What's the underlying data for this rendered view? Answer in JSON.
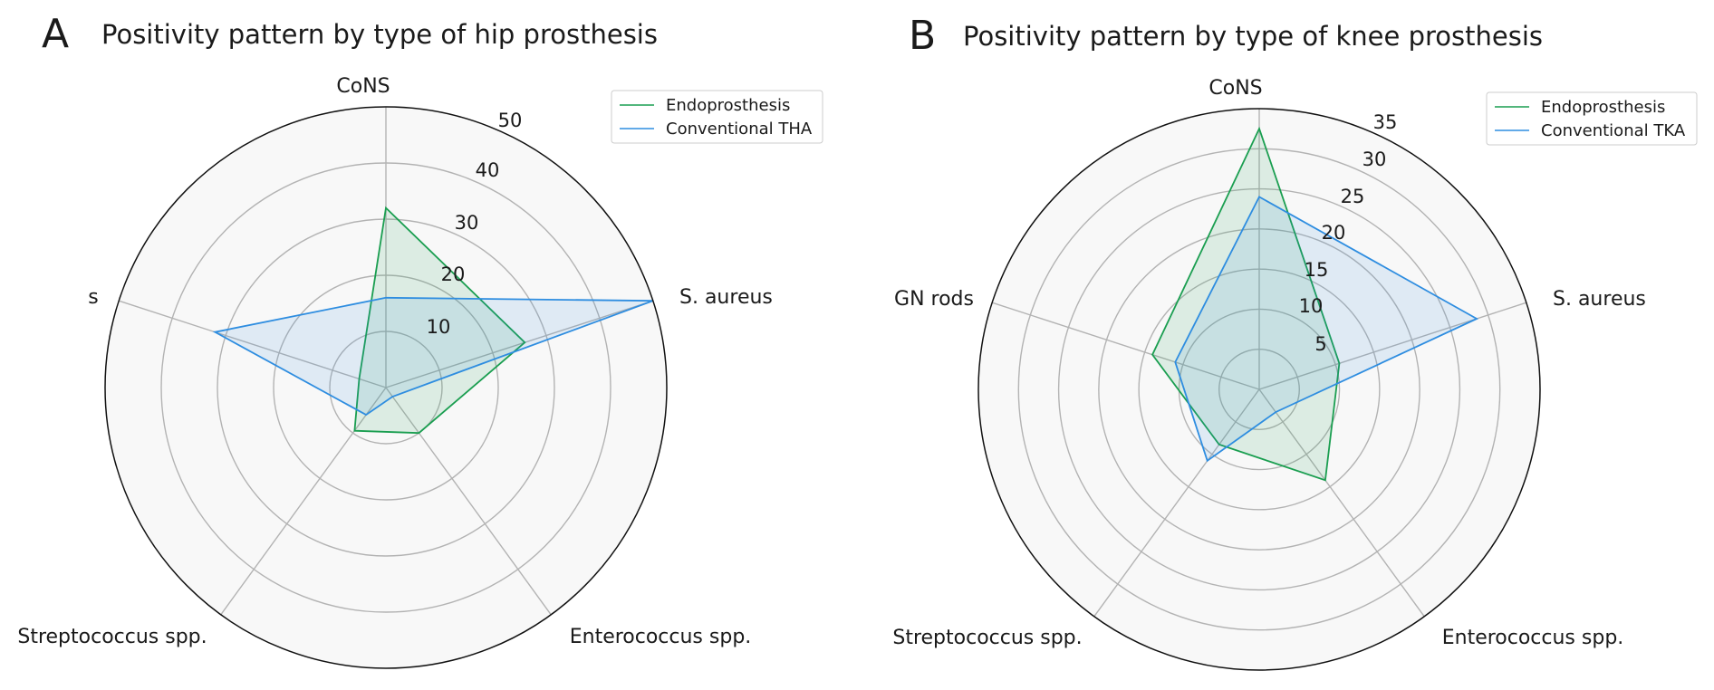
{
  "chart_data": [
    {
      "type": "radar",
      "panel_label": "A",
      "title": "Positivity pattern by type of hip prosthesis",
      "categories": [
        "CoNS",
        "S. aureus",
        "Enterococcus spp.",
        "Streptococcus spp.",
        "s"
      ],
      "rlim": [
        0,
        50
      ],
      "rticks": [
        10,
        20,
        30,
        40,
        50
      ],
      "rtick_labels": [
        "10",
        "20",
        "30",
        "40",
        "50"
      ],
      "grid": true,
      "legend_position": "top-right",
      "series": [
        {
          "name": "Endoprosthesis",
          "color": "#1a9e50",
          "values": [
            32,
            26,
            10,
            9.5,
            5
          ]
        },
        {
          "name": "Conventional THA",
          "color": "#2e8de0",
          "values": [
            16,
            50,
            2,
            6,
            32
          ]
        }
      ]
    },
    {
      "type": "radar",
      "panel_label": "B",
      "title": "Positivity pattern by type of knee prosthesis",
      "categories": [
        "CoNS",
        "S. aureus",
        "Enterococcus spp.",
        "Streptococcus spp.",
        "GN rods"
      ],
      "rlim": [
        0,
        35
      ],
      "rticks": [
        5,
        10,
        15,
        20,
        25,
        30,
        35
      ],
      "rtick_labels": [
        "5",
        "10",
        "15",
        "20",
        "25",
        "30",
        "35"
      ],
      "grid": true,
      "legend_position": "top-right",
      "series": [
        {
          "name": "Endoprosthesis",
          "color": "#1a9e50",
          "values": [
            32.5,
            10.5,
            14,
            8.5,
            14
          ]
        },
        {
          "name": "Conventional TKA",
          "color": "#2e8de0",
          "values": [
            24,
            28.5,
            3.5,
            11,
            11
          ]
        }
      ]
    }
  ]
}
